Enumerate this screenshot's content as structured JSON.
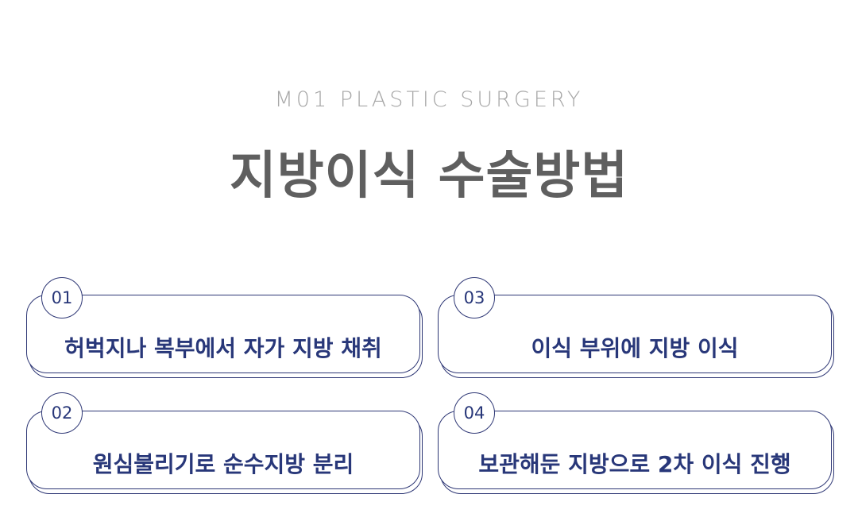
{
  "header": {
    "eyebrow": "M01 PLASTIC SURGERY",
    "title": "지방이식 수술방법"
  },
  "steps": [
    {
      "number": "01",
      "label": "허벅지나 복부에서 자가 지방 채취"
    },
    {
      "number": "02",
      "label": "원심불리기로 순수지방 분리"
    },
    {
      "number": "03",
      "label": "이식 부위에 지방 이식"
    },
    {
      "number": "04",
      "label": "보관해둔 지방으로 2차 이식 진행"
    }
  ],
  "colors": {
    "navy": "#283779",
    "border": "#2e3775",
    "title_gray": "#5f5f5f",
    "eyebrow_gray": "#a7a7a7"
  }
}
